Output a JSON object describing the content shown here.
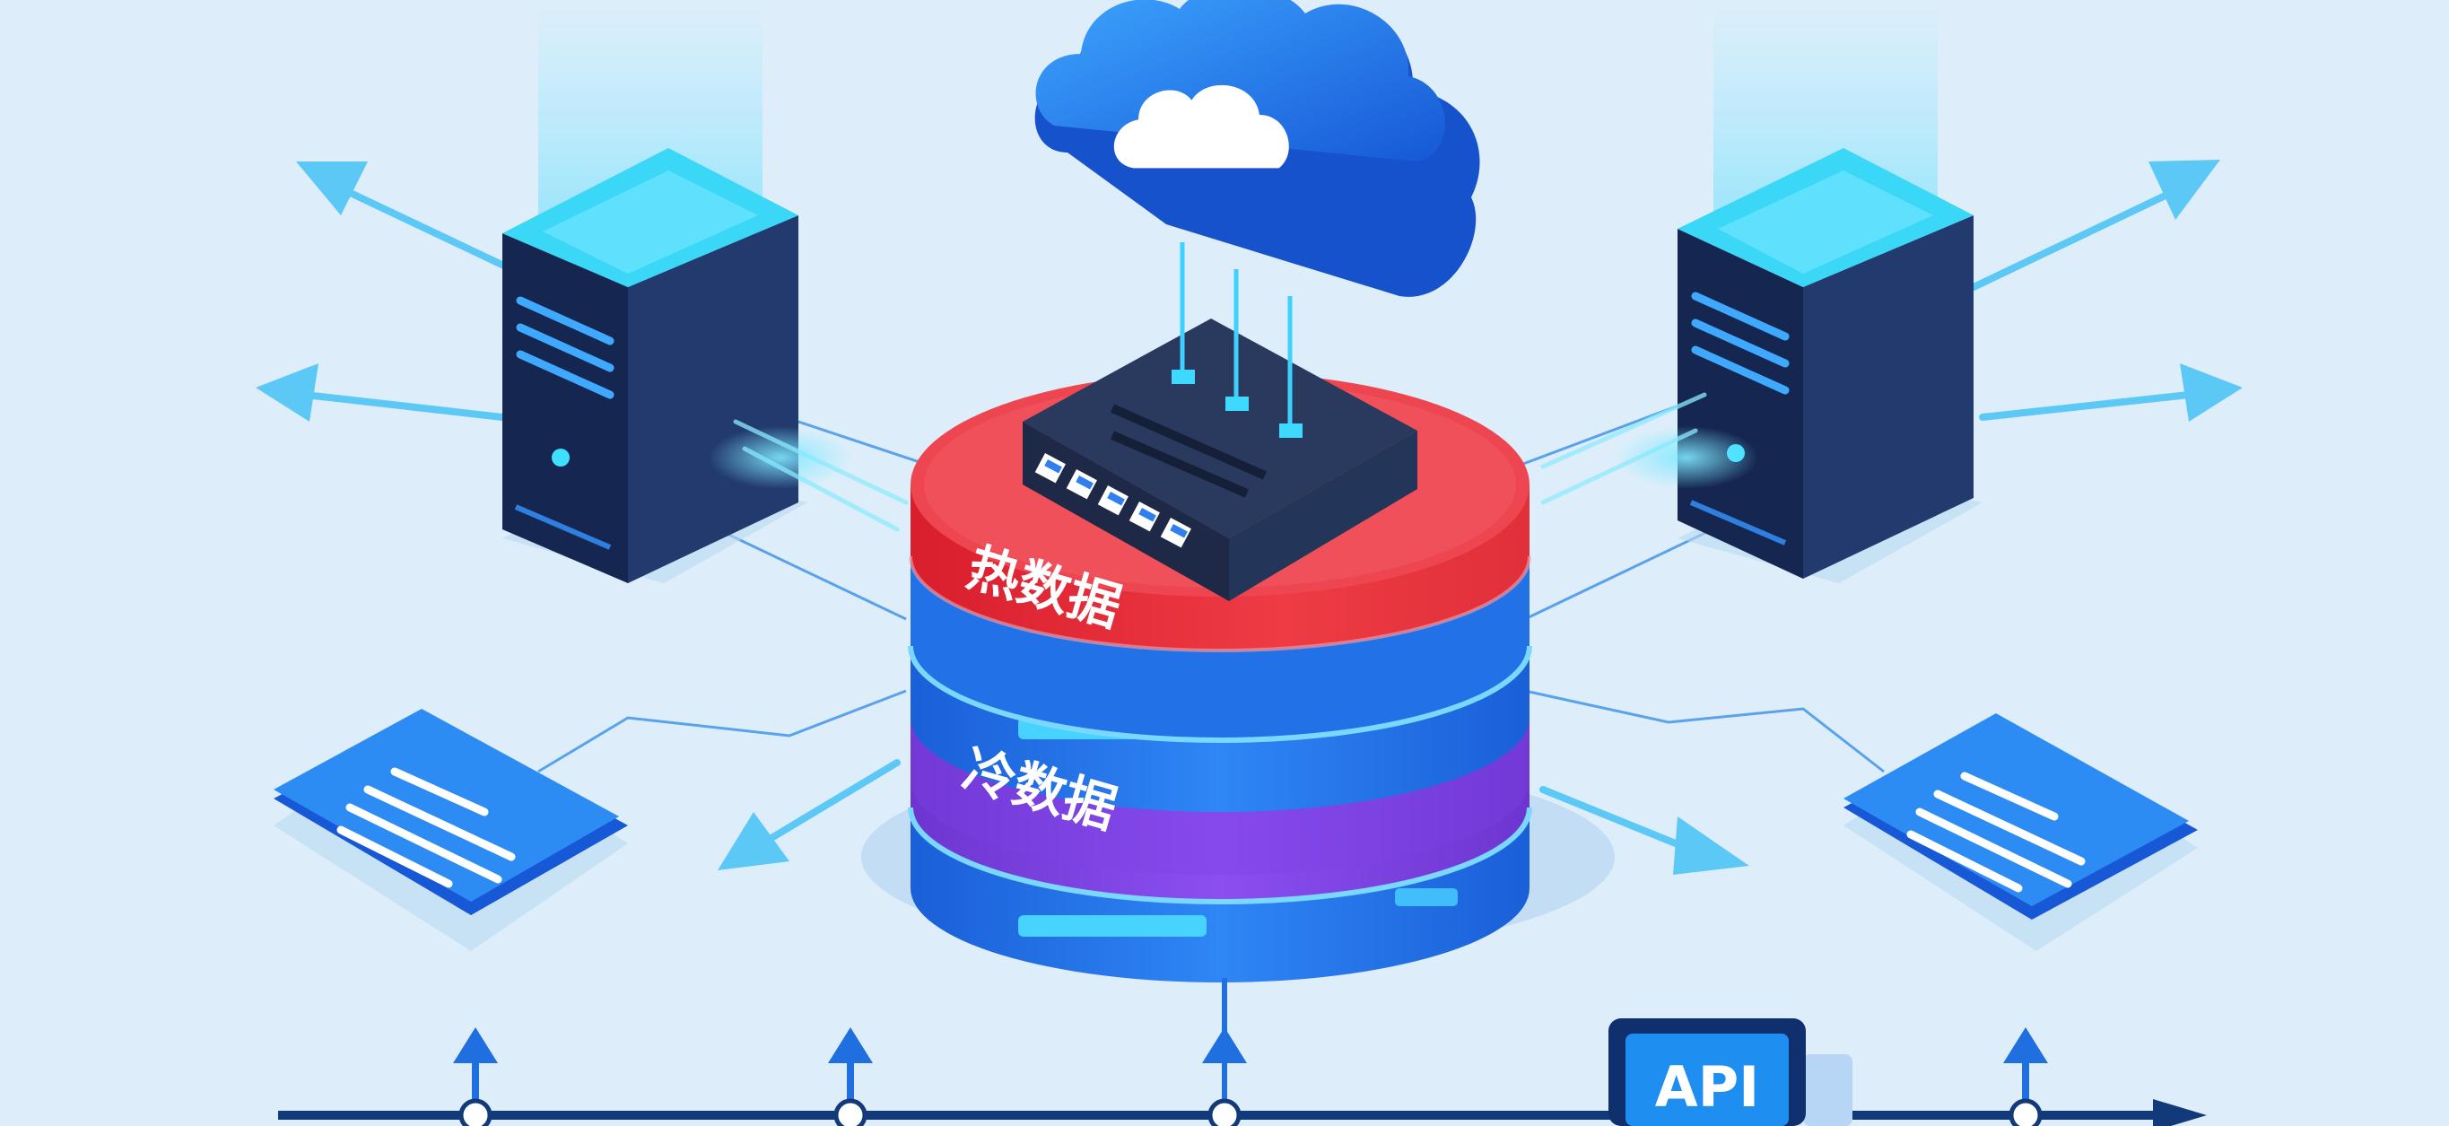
{
  "labels": {
    "hot_data": "热数据",
    "cold_data": "冷数据",
    "api": "API"
  },
  "colors": {
    "background": "#ddeefa",
    "hot_tier": "#e8323a",
    "cold_tier": "#7b3fd6",
    "storage_blue": "#1e6ee8",
    "server_dark": "#1b2e55",
    "cyan_glow": "#3fd4f7",
    "cloud_blue": "#1f86ef",
    "timeline": "#123a7a"
  },
  "icons": [
    "cloud-icon",
    "network-switch-icon",
    "server-icon",
    "document-icon",
    "database-icon",
    "upload-arrow-icon"
  ]
}
